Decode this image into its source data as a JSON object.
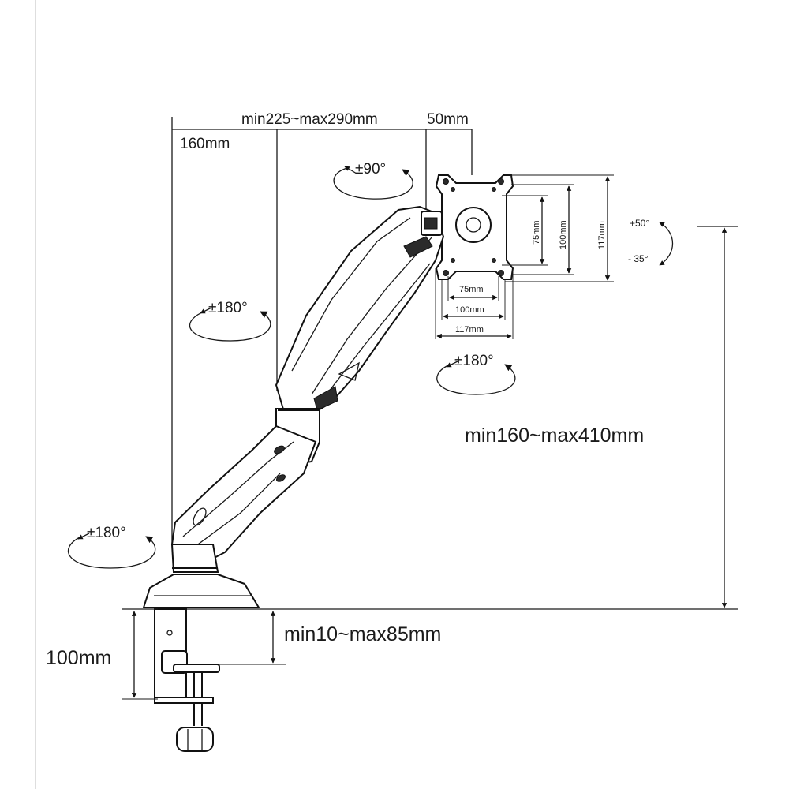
{
  "dimensions": {
    "arm_depth": "min225~max290mm",
    "offset": "50mm",
    "base_offset": "160mm",
    "height_range": "min160~max410mm",
    "clamp_height": "100mm",
    "desk_thickness": "min10~max85mm"
  },
  "vesa": {
    "h_75": "75mm",
    "h_100": "100mm",
    "h_117": "117mm",
    "v_75": "75mm",
    "v_100": "100mm",
    "v_117": "117mm"
  },
  "rotations": {
    "swivel_head": "±90°",
    "upper_arm": "±180°",
    "base": "±180°",
    "head_rotate": "±180°",
    "tilt_up": "+50°",
    "tilt_down": "- 35°"
  },
  "colors": {
    "line": "#1a1a1a",
    "background": "#ffffff"
  }
}
